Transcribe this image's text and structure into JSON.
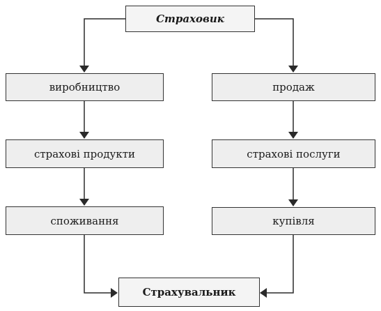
{
  "diagram": {
    "top_node": {
      "label": "Страховик"
    },
    "left_column": {
      "step1": {
        "label": "виробництво"
      },
      "step2": {
        "label": "страхові продукти"
      },
      "step3": {
        "label": "споживання"
      }
    },
    "right_column": {
      "step1": {
        "label": "продаж"
      },
      "step2": {
        "label": "страхові послуги"
      },
      "step3": {
        "label": "купівля"
      }
    },
    "bottom_node": {
      "label": "Страхувальник"
    }
  }
}
